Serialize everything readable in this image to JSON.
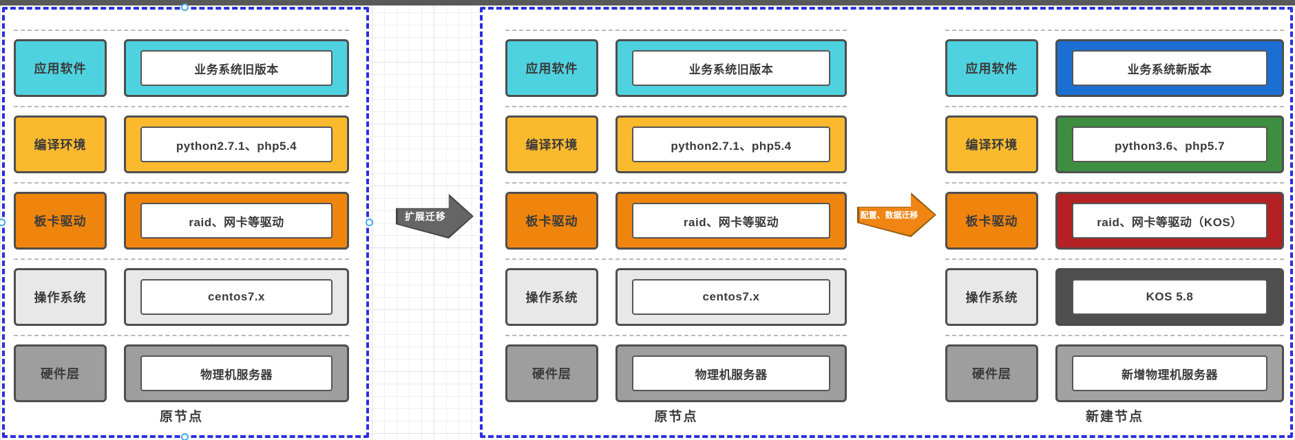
{
  "canvas": {
    "top_bar_color": "#595959",
    "selection_border_color": "#2a2ee2",
    "selection_handle_color": "#41a9ee",
    "grid_color": "#efefef"
  },
  "palette": {
    "app_layer": "#4fd2e0",
    "compile_layer": "#fbb92e",
    "driver_layer": "#f0850e",
    "os_layer": "#e8e8e8",
    "hardware_layer": "#9e9e9e",
    "new_app_box": "#1c6fd2",
    "new_compile_box": "#3e8e41",
    "new_driver_box": "#b42023",
    "new_os_box": "#4f4f4f",
    "new_hardware_box": "#a2a2a2",
    "arrow_expand": "#656565",
    "arrow_config": "#f08514"
  },
  "arrows": [
    {
      "label": "扩展迁移"
    },
    {
      "label": "配置、数据迁移"
    }
  ],
  "stacks": [
    {
      "caption": "原节点",
      "rows": [
        {
          "label": "应用软件",
          "value": "业务系统旧版本"
        },
        {
          "label": "编译环境",
          "value": "python2.7.1、php5.4"
        },
        {
          "label": "板卡驱动",
          "value": "raid、网卡等驱动"
        },
        {
          "label": "操作系统",
          "value": "centos7.x"
        },
        {
          "label": "硬件层",
          "value": "物理机服务器"
        }
      ]
    },
    {
      "caption": "原节点",
      "rows": [
        {
          "label": "应用软件",
          "value": "业务系统旧版本"
        },
        {
          "label": "编译环境",
          "value": "python2.7.1、php5.4"
        },
        {
          "label": "板卡驱动",
          "value": "raid、网卡等驱动"
        },
        {
          "label": "操作系统",
          "value": "centos7.x"
        },
        {
          "label": "硬件层",
          "value": "物理机服务器"
        }
      ]
    },
    {
      "caption": "新建节点",
      "rows": [
        {
          "label": "应用软件",
          "value": "业务系统新版本"
        },
        {
          "label": "编译环境",
          "value": "python3.6、php5.7"
        },
        {
          "label": "板卡驱动",
          "value": "raid、网卡等驱动（KOS）"
        },
        {
          "label": "操作系统",
          "value": "KOS 5.8"
        },
        {
          "label": "硬件层",
          "value": "新增物理机服务器"
        }
      ]
    }
  ]
}
